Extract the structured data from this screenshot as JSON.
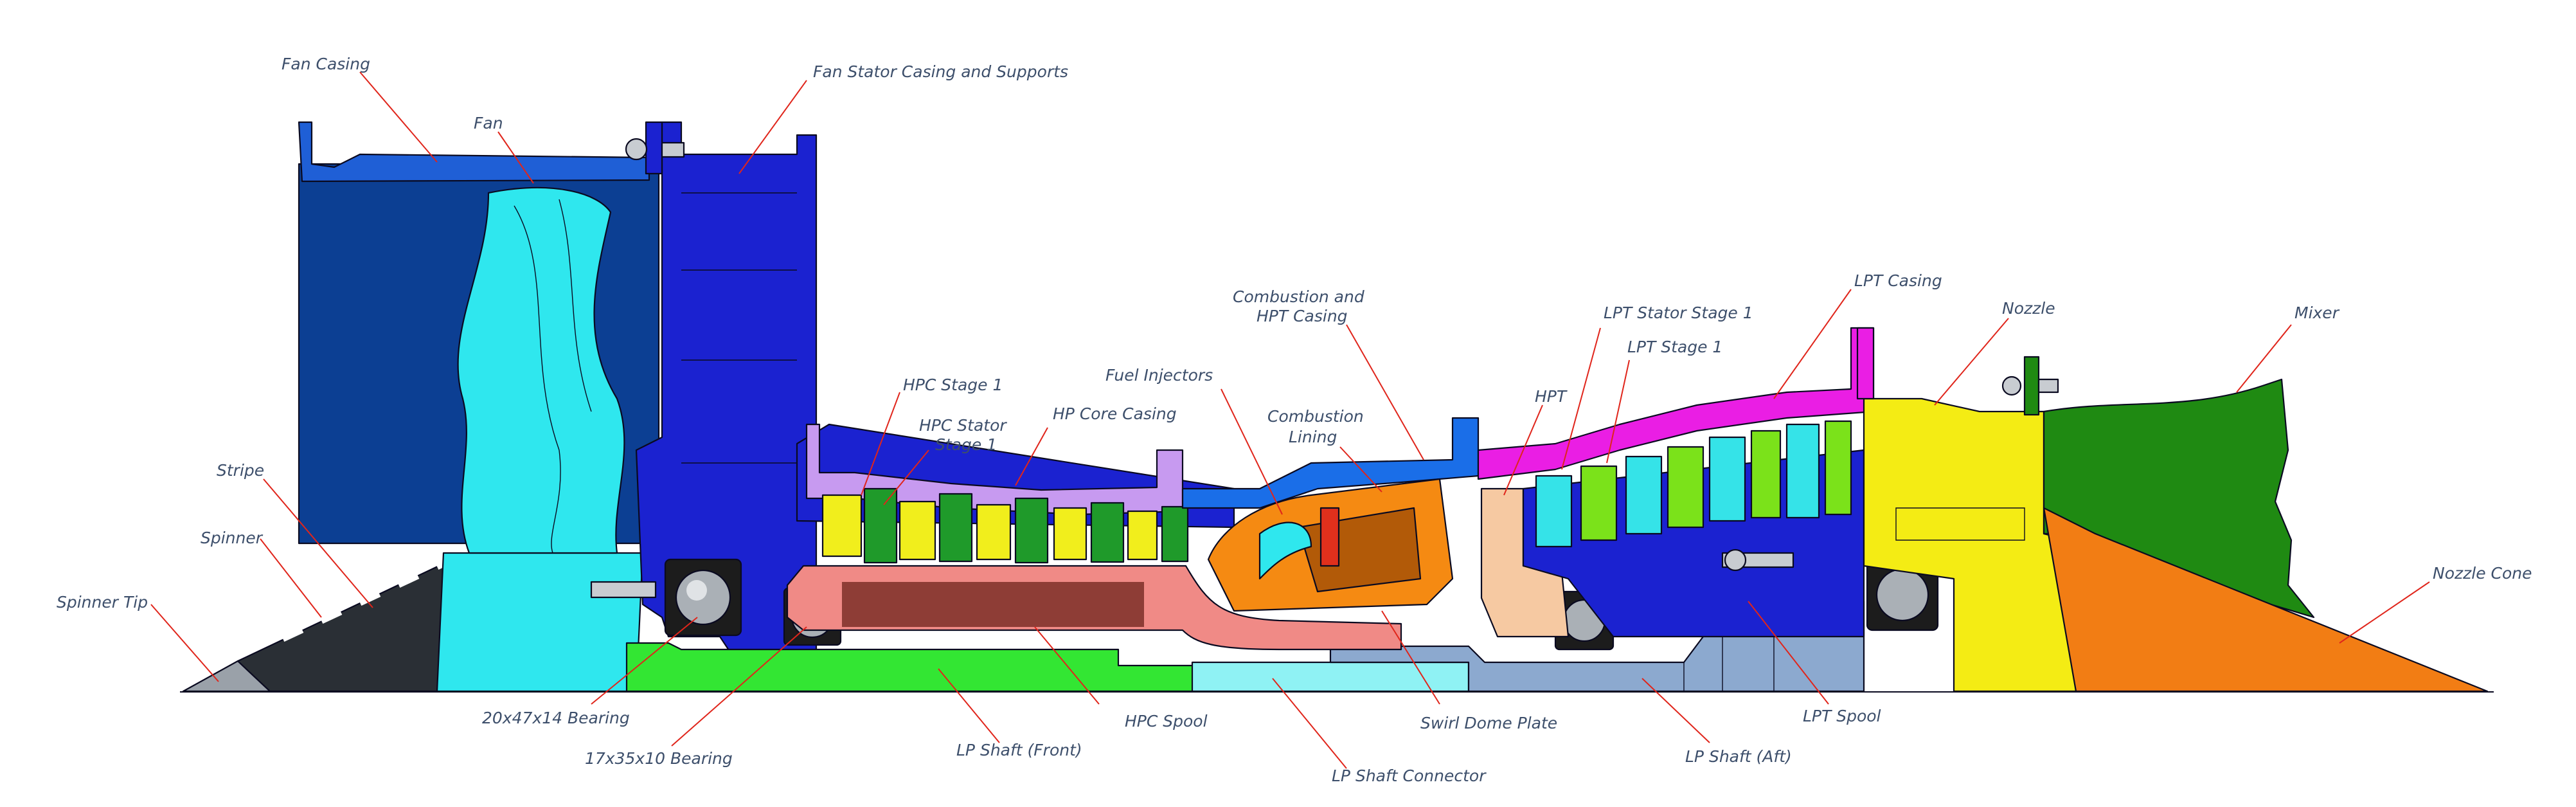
{
  "labels": {
    "fan_casing": "Fan Casing",
    "fan": "Fan",
    "fan_stator": "Fan Stator Casing and Supports",
    "stripe": "Stripe",
    "spinner": "Spinner",
    "spinner_tip": "Spinner Tip",
    "hpc_stage1": "HPC Stage 1",
    "hpc_stator1_line1": "HPC Stator",
    "hpc_stator1_line2": "Stage 1",
    "hp_core_casing": "HP Core Casing",
    "fuel_injectors": "Fuel Injectors",
    "comb_hpt_casing_line1": "Combustion and",
    "comb_hpt_casing_line2": "HPT Casing",
    "comb_lining_line1": "Combustion",
    "comb_lining_line2": "Lining",
    "hpt": "HPT",
    "lpt_stator1": "LPT Stator Stage 1",
    "lpt_stage1": "LPT Stage 1",
    "lpt_casing": "LPT Casing",
    "nozzle": "Nozzle",
    "mixer": "Mixer",
    "nozzle_cone": "Nozzle Cone",
    "bearing_20": "20x47x14 Bearing",
    "bearing_17": "17x35x10 Bearing",
    "lp_shaft_front": "LP Shaft (Front)",
    "hpc_spool": "HPC Spool",
    "lp_shaft_connector": "LP Shaft Connector",
    "swirl_dome": "Swirl Dome Plate",
    "lp_shaft_aft": "LP Shaft (Aft)",
    "lpt_spool": "LPT Spool"
  },
  "colors": {
    "fan_casing": "#1f5fd6",
    "fan_body": "#0c3f93",
    "fan_blade": "#2fe7ee",
    "stator_casing": "#1b22d0",
    "spinner": "#2a2f35",
    "spinner_tip": "#9aa1a9",
    "hpc_casing": "#c79af0",
    "hpc_rotor": "#f1ee1c",
    "hpc_stator": "#1f9a2a",
    "hpc_spool": "#f08a86",
    "hpc_spool_dark": "#8e3d36",
    "combustor": "#f58a12",
    "combustor_dark": "#b25a08",
    "injector": "#e0301c",
    "comb_casing": "#1a6ee8",
    "hpt": "#f6c9a2",
    "lpt_casing": "#ea1ee4",
    "lpt_stator": "#35e3e8",
    "lpt_rotor": "#7be21a",
    "nozzle": "#f4ec14",
    "mixer": "#1f8a12",
    "nozzle_cone": "#f27d14",
    "lp_shaft": "#33e633",
    "connector": "#8ff2f4",
    "lp_shaft_aft": "#8ca9cf",
    "bearing": "#1c1c1c",
    "leader": "#e0251b",
    "label_text": "#3d4f6b"
  }
}
